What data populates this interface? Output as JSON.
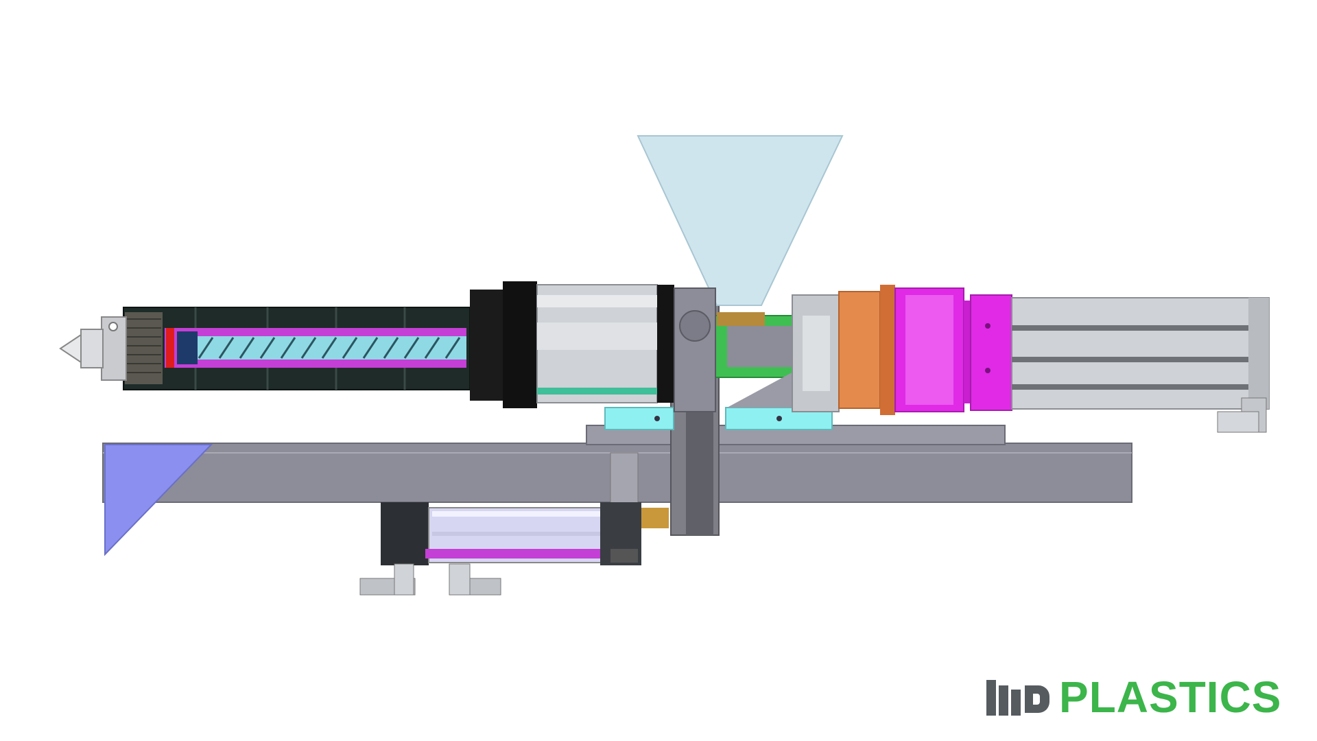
{
  "logo": {
    "mark_text": "Md",
    "text": "PLASTICS",
    "mark_color": "#555b5f",
    "text_color": "#3cb54a"
  },
  "colors": {
    "barrel_dark": "#1e2b28",
    "screw_cyan": "#8fd9e4",
    "screw_magenta": "#c43fd6",
    "hopper": "#cfe5ee",
    "frame_gray": "#8c8d99",
    "base_blue": "#8a8ff0",
    "motor_magenta": "#e02ae6",
    "coupling_orange": "#e48a4c",
    "mount_cyan": "#8ff0f2",
    "feed_green": "#3fbf52"
  },
  "icons": [
    "hopper",
    "screw-barrel",
    "nozzle",
    "servo-motor",
    "pneumatic-cylinder",
    "elbow-fitting"
  ]
}
